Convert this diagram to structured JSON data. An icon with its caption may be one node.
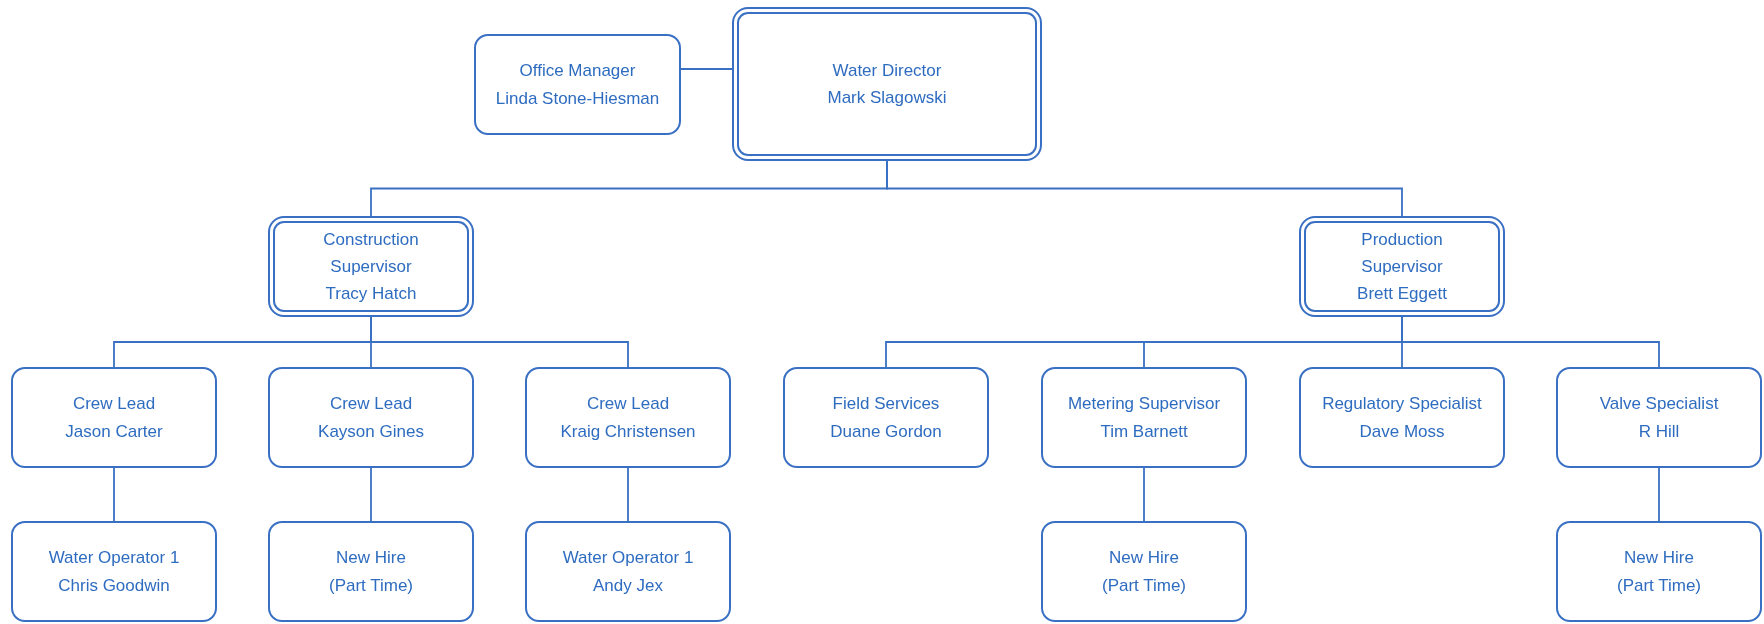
{
  "diagram": {
    "nodes": [
      {
        "text": [
          "Office Manager",
          "Linda Stone-Hiesman"
        ]
      },
      {
        "text": [
          "Water Director",
          "Mark Slagowski"
        ]
      },
      {
        "text": [
          "Construction Supervisor",
          "Tracy Hatch"
        ]
      },
      {
        "text": [
          "Production Supervisor",
          "Brett Eggett"
        ]
      },
      {
        "text": [
          "Crew Lead",
          "Jason Carter"
        ]
      },
      {
        "text": [
          "Crew Lead",
          "Kayson Gines"
        ]
      },
      {
        "text": [
          "Crew Lead",
          "Kraig Christensen"
        ]
      },
      {
        "text": [
          "Field Services",
          "Duane Gordon"
        ]
      },
      {
        "text": [
          "Metering Supervisor",
          "Tim Barnett"
        ]
      },
      {
        "text": [
          "Regulatory Specialist",
          "Dave Moss"
        ]
      },
      {
        "text": [
          "Valve Specialist",
          "R Hill"
        ]
      },
      {
        "text": [
          "Water Operator 1",
          "Chris Goodwin"
        ]
      },
      {
        "text": [
          "New Hire",
          "(Part Time)"
        ]
      },
      {
        "text": [
          "Water Operator 1",
          "Andy Jex"
        ]
      },
      {
        "text": [
          "New Hire",
          "(Part Time)"
        ]
      },
      {
        "text": [
          "New Hire",
          "(Part Time)"
        ]
      }
    ],
    "edges": [
      {
        "from": 0,
        "to": 1,
        "arrow": "none"
      },
      {
        "from": 1,
        "to": 2,
        "arrow": "none"
      },
      {
        "from": 1,
        "to": 3,
        "arrow": "none"
      },
      {
        "from": 2,
        "to": 4,
        "arrow": "none"
      },
      {
        "from": 2,
        "to": 5,
        "arrow": "none"
      },
      {
        "from": 2,
        "to": 6,
        "arrow": "none"
      },
      {
        "from": 3,
        "to": 7,
        "arrow": "none"
      },
      {
        "from": 3,
        "to": 8,
        "arrow": "none"
      },
      {
        "from": 3,
        "to": 9,
        "arrow": "none"
      },
      {
        "from": 3,
        "to": 10,
        "arrow": "none"
      },
      {
        "from": 4,
        "to": 11,
        "arrow": "none"
      },
      {
        "from": 5,
        "to": 12,
        "arrow": "none"
      },
      {
        "from": 6,
        "to": 13,
        "arrow": "none"
      },
      {
        "from": 8,
        "to": 14,
        "arrow": "none"
      },
      {
        "from": 10,
        "to": 15,
        "arrow": "none"
      }
    ]
  }
}
